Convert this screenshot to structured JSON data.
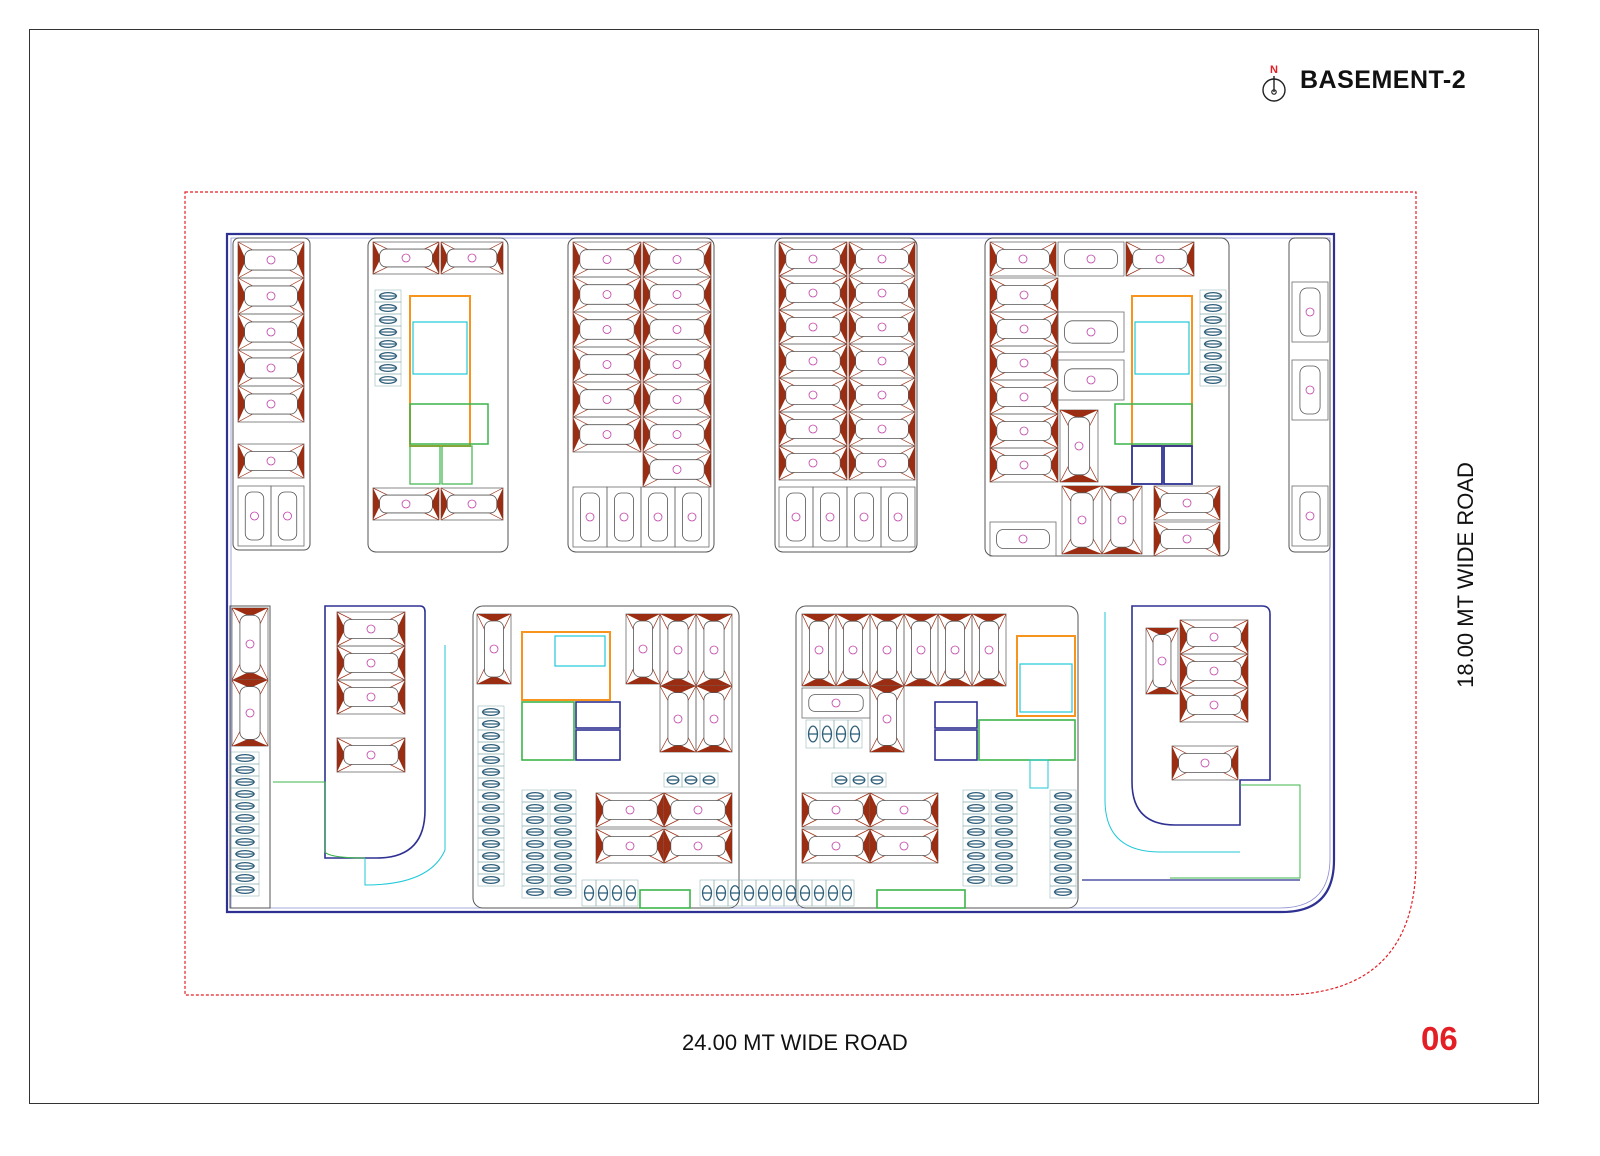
{
  "sheet": {
    "title": "BASEMENT-2",
    "north_label": "N",
    "page_number": "06"
  },
  "roads": {
    "bottom": "24.00 MT WIDE ROAD",
    "right": "18.00 MT WIDE ROAD"
  },
  "colors": {
    "frame": "#333333",
    "plot_line": "#e31e24",
    "wall": "#2e3192",
    "car_fill": "#9b2d12",
    "stair_cyan": "#1fc8d8",
    "lift_green": "#3cb44a",
    "stair_orange": "#f7941d",
    "bike": "#2f5f7a",
    "page_number": "#e31e24"
  },
  "icons": {
    "north": "north-arrow-icon",
    "car": "car-icon",
    "bike": "two-wheeler-icon"
  }
}
